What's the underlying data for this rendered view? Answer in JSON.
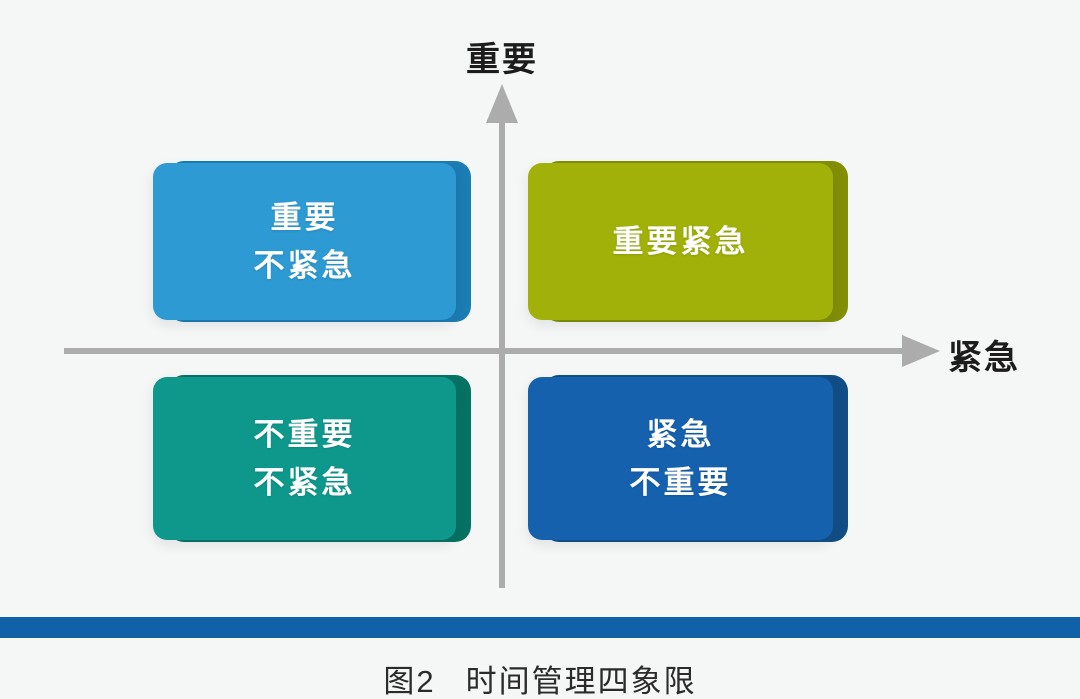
{
  "diagram": {
    "y_axis_label": "重要",
    "x_axis_label": "紧急",
    "axis_color": "#acacac",
    "quadrants": [
      {
        "id": "important-not-urgent",
        "position": "top-left",
        "color": "#2d9ad3",
        "edge_color": "#1c7cb4",
        "lines": [
          "重要",
          "不紧急"
        ]
      },
      {
        "id": "important-urgent",
        "position": "top-right",
        "color": "#a1b109",
        "edge_color": "#828f06",
        "lines": [
          "重要紧急"
        ]
      },
      {
        "id": "not-important-not-urgent",
        "position": "bottom-left",
        "color": "#0e988c",
        "edge_color": "#067263",
        "lines": [
          "不重要",
          "不紧急"
        ]
      },
      {
        "id": "urgent-not-important",
        "position": "bottom-right",
        "color": "#1561ad",
        "edge_color": "#114e86",
        "lines": [
          "紧急",
          "不重要"
        ]
      }
    ]
  },
  "footer": {
    "bar_color": "#1161a8",
    "caption": {
      "figure_label": "图2",
      "title": "时间管理四象限"
    }
  },
  "colors": {
    "background": "#f5f6f6",
    "label_text": "#1c1c1c",
    "quadrant_text": "#ffffff"
  }
}
